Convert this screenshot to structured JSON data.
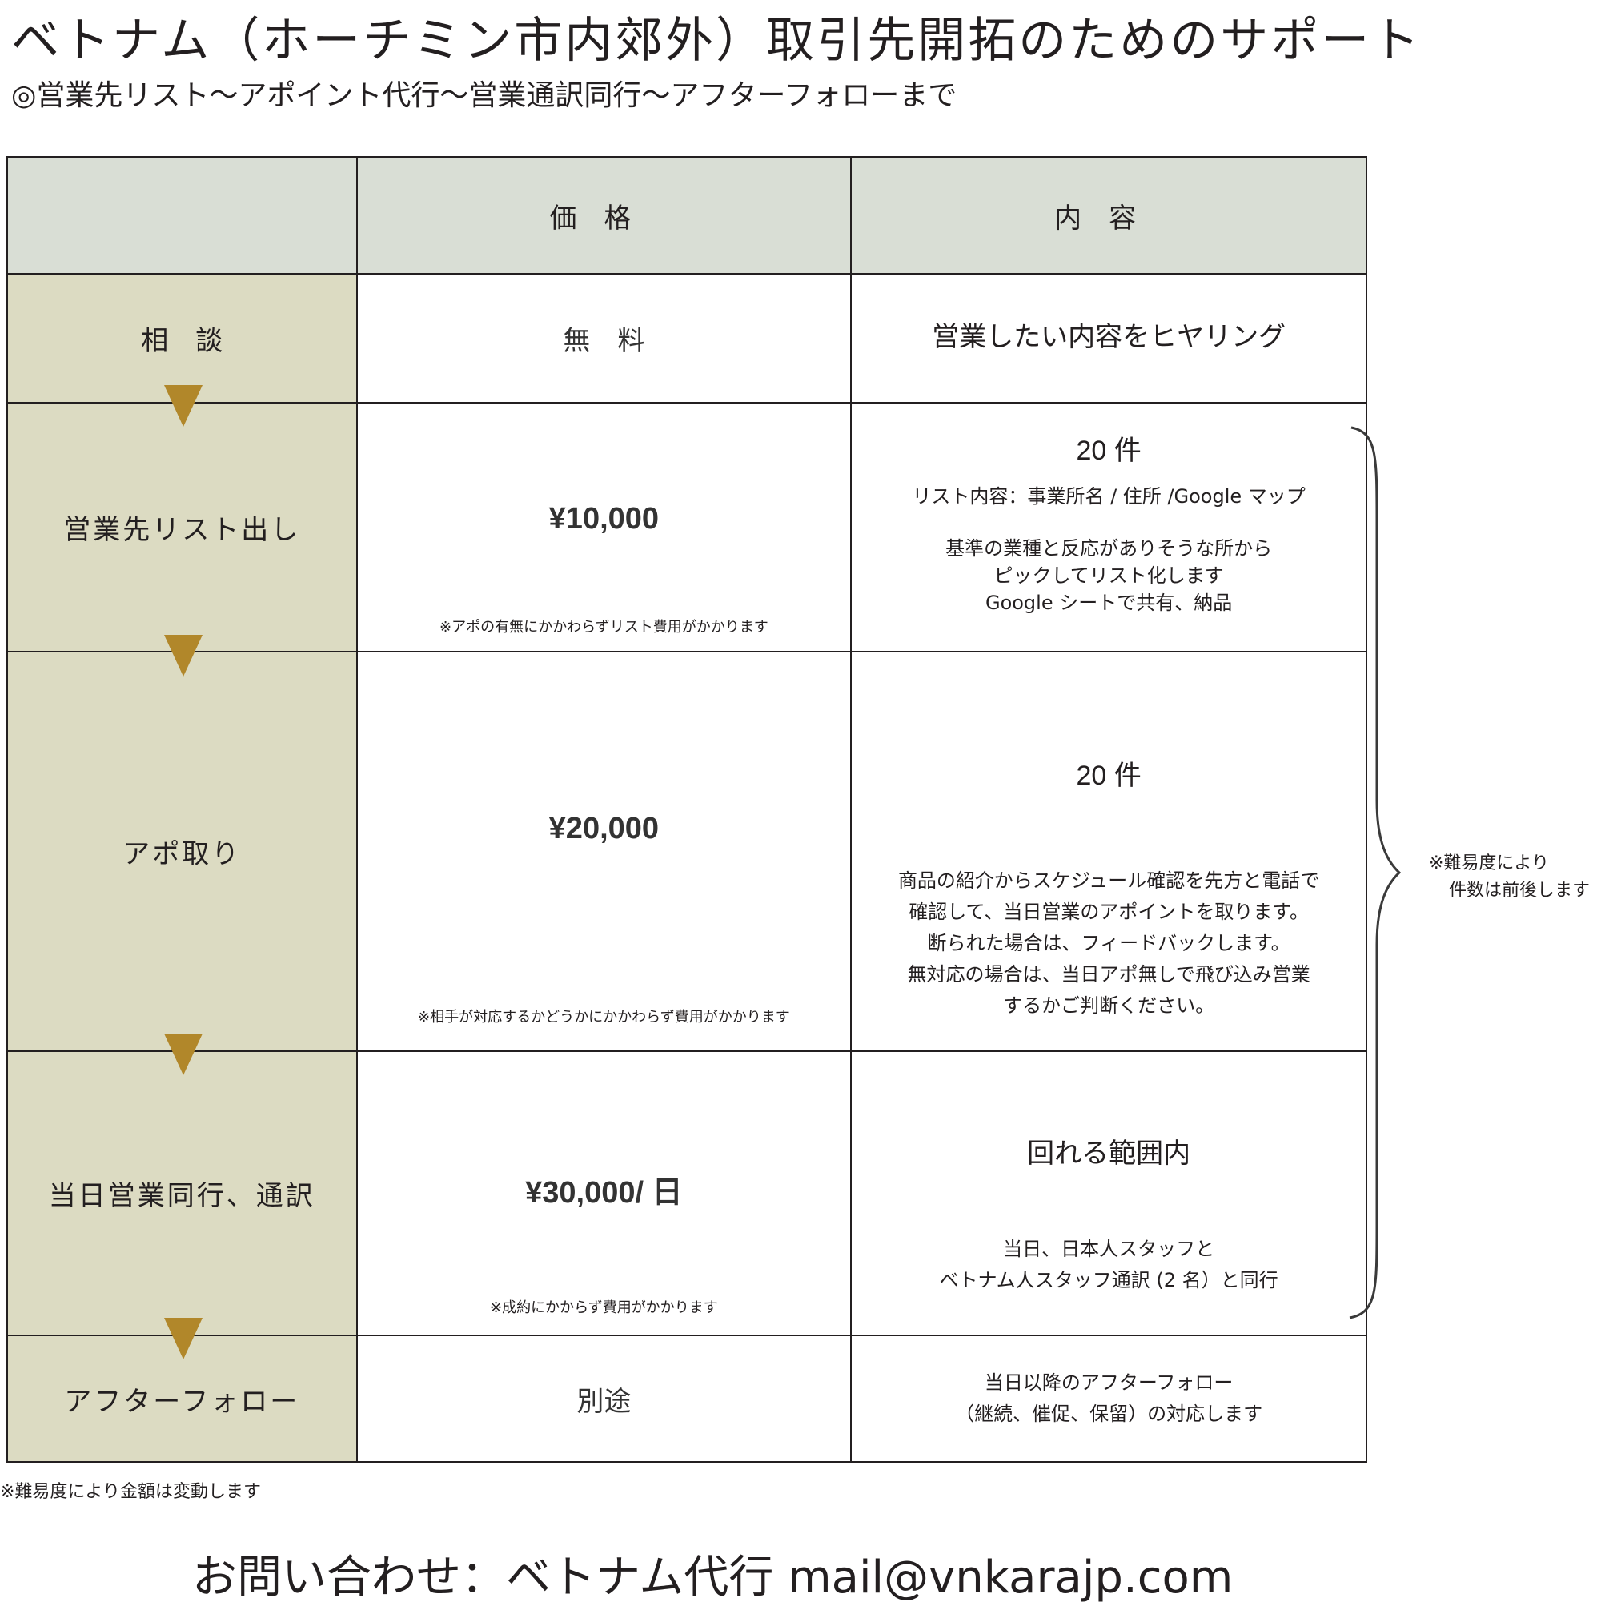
{
  "title": "ベトナム（ホーチミン市内郊外）取引先開拓のためのサポート",
  "subtitle": "◎営業先リスト〜アポイント代行〜営業通訳同行〜アフターフォローまで",
  "table": {
    "headers": [
      "",
      "価格",
      "内容"
    ],
    "rows": [
      {
        "step": "相談",
        "price": "無料",
        "price_note": "",
        "content_lines": [
          "営業したい内容をヒヤリング"
        ]
      },
      {
        "step": "営業先リスト出し",
        "price": "¥10,000",
        "price_note": "※アポの有無にかかわらずリスト費用がかかります",
        "count": "20 件",
        "content_lines": [
          "リスト内容：事業所名 / 住所 /Google マップ",
          "",
          "基準の業種と反応がありそうな所から",
          "ピックしてリスト化します",
          "Google シートで共有、納品"
        ]
      },
      {
        "step": "アポ取り",
        "price": "¥20,000",
        "price_note": "※相手が対応するかどうかにかかわらず費用がかかります",
        "count": "20 件",
        "content_lines": [
          "商品の紹介からスケジュール確認を先方と電話で",
          "確認して、当日営業のアポイントを取ります。",
          "断られた場合は、フィードバックします。",
          "無対応の場合は、当日アポ無しで飛び込み営業",
          "するかご判断ください。"
        ]
      },
      {
        "step": "当日営業同行、通訳",
        "price": "¥30,000/ 日",
        "price_note": "※成約にかからず費用がかかります",
        "count": "回れる範囲内",
        "content_lines": [
          "当日、日本人スタッフと",
          "ベトナム人スタッフ通訳 (2 名）と同行"
        ]
      },
      {
        "step": "アフターフォロー",
        "price": "別途",
        "price_note": "",
        "content_lines": [
          "当日以降のアフターフォロー",
          "（継続、催促、保留）の対応します"
        ]
      }
    ]
  },
  "brace_note": [
    "※難易度により",
    "件数は前後します"
  ],
  "footnote": "※難易度により金額は変動します",
  "contact": "お問い合わせ：ベトナム代行 mail@vnkarajp.com",
  "colors": {
    "header_bg": "#d9ded5",
    "step_bg": "#dcdbc2",
    "arrow": "#b1872a",
    "text": "#231f20"
  }
}
